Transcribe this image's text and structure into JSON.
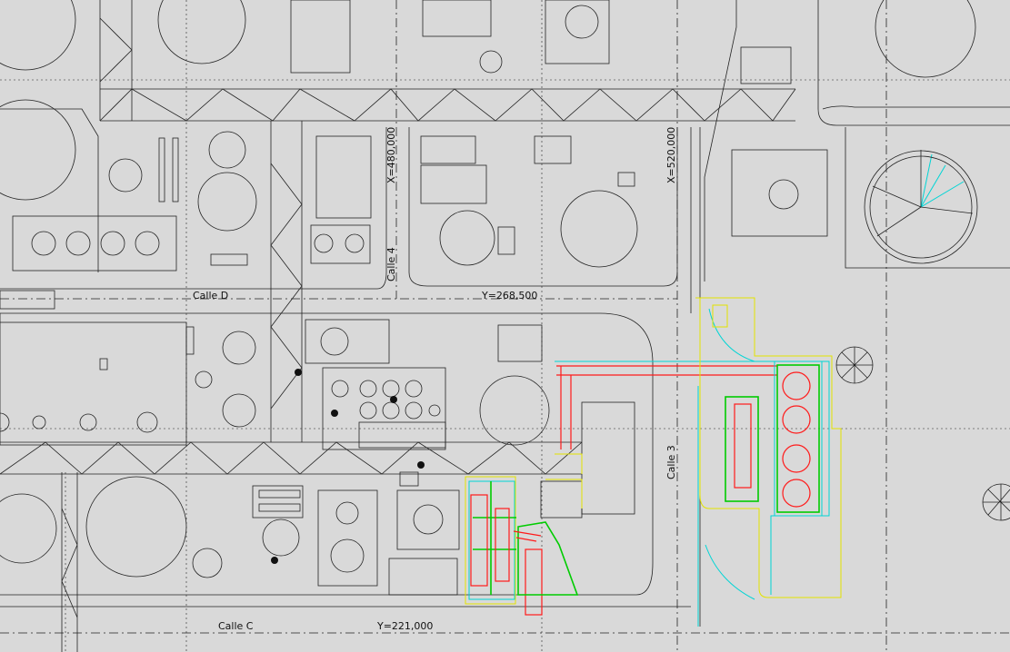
{
  "drawing": {
    "streets": {
      "calle_d": "Calle D",
      "calle_c": "Calle C",
      "calle_4": "Calle 4",
      "calle_3": "Calle 3"
    },
    "coordinates": {
      "x_480": "X=480,000",
      "x_520": "X=520,000",
      "y_268": "Y=268,500",
      "y_221": "Y=221,000"
    },
    "colors": {
      "background": "#d9d9d9",
      "linework": "#222222",
      "yellow": "#e3e300",
      "cyan": "#00d5d5",
      "green": "#00cc00",
      "red": "#ff1a1a"
    }
  }
}
